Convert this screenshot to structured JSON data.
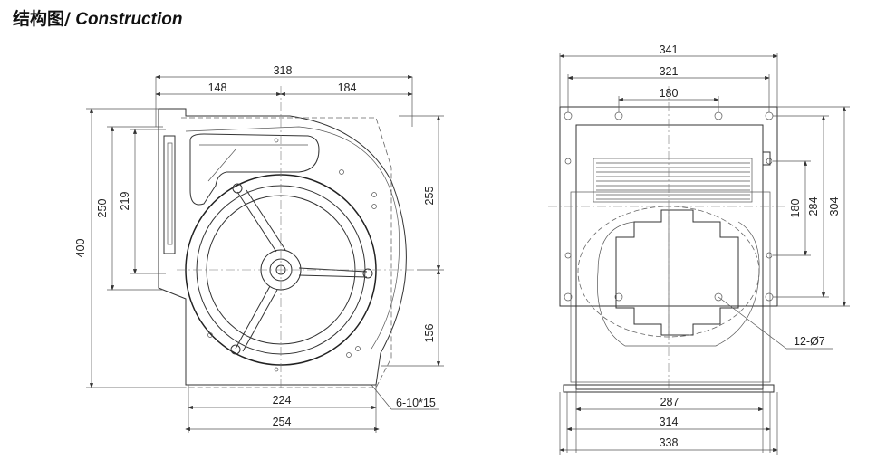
{
  "title": {
    "cn": "结构图/",
    "en": "Construction"
  },
  "side_view": {
    "dims": {
      "d318": "318",
      "d148": "148",
      "d184": "184",
      "d400": "400",
      "d250": "250",
      "d219": "219",
      "d255": "255",
      "d156": "156",
      "d224": "224",
      "d254": "254",
      "d6_10x15": "6-10*15"
    }
  },
  "front_view": {
    "dims": {
      "d341": "341",
      "d321": "321",
      "d180top": "180",
      "d180": "180",
      "d284": "284",
      "d304": "304",
      "d12_7": "12-Ø7",
      "d287": "287",
      "d314": "314",
      "d338": "338"
    }
  }
}
